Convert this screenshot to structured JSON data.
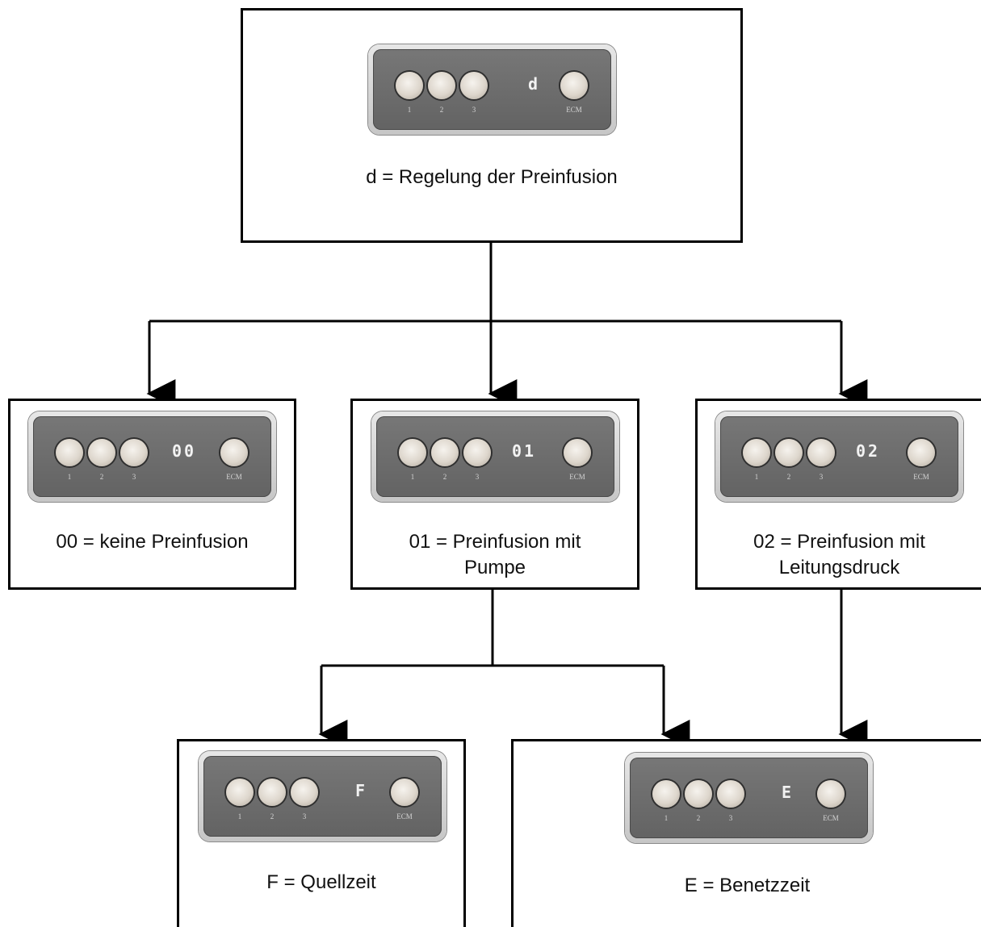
{
  "nodes": {
    "root": {
      "display": "d",
      "caption": "d = Regelung der Preinfusion"
    },
    "n00": {
      "display": "00",
      "caption": "00 = keine Preinfusion"
    },
    "n01": {
      "display": "01",
      "caption_line1": "01 = Preinfusion mit",
      "caption_line2": "Pumpe"
    },
    "n02": {
      "display": "02",
      "caption_line1": "02 = Preinfusion mit",
      "caption_line2": "Leitungsdruck"
    },
    "nF": {
      "display": "F",
      "caption": "F = Quellzeit"
    },
    "nE": {
      "display": "E",
      "caption": "E = Benetzzeit"
    }
  },
  "panel_labels": {
    "b1": "1",
    "b2": "2",
    "b3": "3",
    "ecm": "ECM"
  },
  "colors": {
    "lines": "#000000",
    "panel": "#6e6e6e",
    "button": "#e2dcd2",
    "display_text": "#f2f2f2"
  }
}
